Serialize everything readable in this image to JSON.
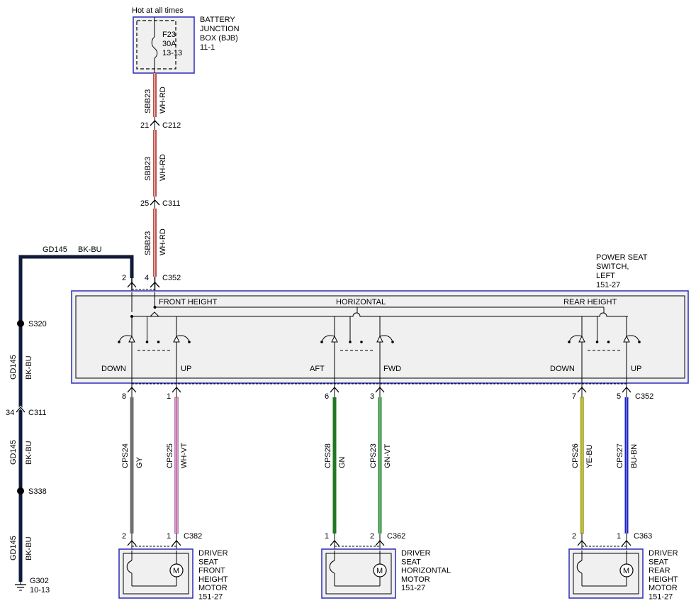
{
  "supply": {
    "hot_label": "Hot at all times",
    "fuse_lines": [
      "F23",
      "30A",
      "13-13"
    ],
    "box_lines": [
      "BATTERY",
      "JUNCTION",
      "BOX (BJB)",
      "11-1"
    ]
  },
  "feed_wire": {
    "circuit": "SBB23",
    "color": "WH-RD",
    "colors_hex": {
      "main": "#c0504d"
    },
    "pins": [
      {
        "pin": "21",
        "connector": "C212"
      },
      {
        "pin": "25",
        "connector": "C311"
      },
      {
        "pin": "4",
        "connector": "C352"
      }
    ]
  },
  "ground": {
    "circuit": "GD145",
    "color": "BK-BU",
    "color_hex": "#101a3a",
    "pin_c352": "2",
    "splice_1": "S320",
    "pin_c311": "34",
    "connector_c311": "C311",
    "splice_2": "S338",
    "ground_point": "G302",
    "ground_ref": "10-13"
  },
  "switch": {
    "title_lines": [
      "POWER SEAT",
      "SWITCH,",
      "LEFT",
      "151-27"
    ],
    "sections": {
      "front": "FRONT HEIGHT",
      "horizontal": "HORIZONTAL",
      "rear": "REAR HEIGHT"
    },
    "pos_labels": {
      "front_down": "DOWN",
      "front_up": "UP",
      "aft": "AFT",
      "fwd": "FWD",
      "rear_down": "DOWN",
      "rear_up": "UP"
    },
    "connector": "C352"
  },
  "outputs": [
    {
      "pin_top": "8",
      "circuit": "CPS24",
      "color": "GY",
      "hex": "#707070",
      "pin_bottom": "2"
    },
    {
      "pin_top": "1",
      "circuit": "CPS25",
      "color": "WH-VT",
      "hex": "#f08ee0",
      "pin_bottom": "1"
    },
    {
      "pin_top": "6",
      "circuit": "CPS28",
      "color": "GN",
      "hex": "#1e7a1e",
      "pin_bottom": "1"
    },
    {
      "pin_top": "3",
      "circuit": "CPS23",
      "color": "GN-VT",
      "hex": "#2f8a3a",
      "pin_bottom": "2"
    },
    {
      "pin_top": "7",
      "circuit": "CPS26",
      "color": "YE-BU",
      "hex": "#e6e040",
      "pin_bottom": "2"
    },
    {
      "pin_top": "5",
      "circuit": "CPS27",
      "color": "BU-BN",
      "hex": "#2020c8",
      "pin_bottom": "1"
    }
  ],
  "motors": [
    {
      "connector": "C382",
      "lines": [
        "DRIVER",
        "SEAT",
        "FRONT",
        "HEIGHT",
        "MOTOR",
        "151-27"
      ]
    },
    {
      "connector": "C362",
      "lines": [
        "DRIVER",
        "SEAT",
        "HORIZONTAL",
        "MOTOR",
        "151-27"
      ]
    },
    {
      "connector": "C363",
      "lines": [
        "DRIVER",
        "SEAT",
        "REAR",
        "HEIGHT",
        "MOTOR",
        "151-27"
      ]
    }
  ],
  "motor_symbol": "M",
  "colors": {
    "frame_blue": "#2b2bb8",
    "fill_grey": "#f0f0f0"
  }
}
